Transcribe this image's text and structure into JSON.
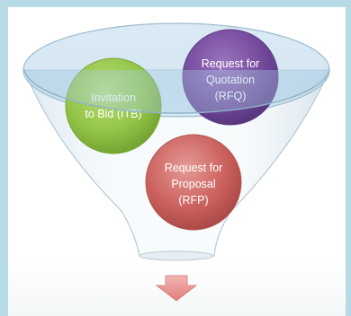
{
  "diagram": {
    "items": [
      {
        "lines": [
          "Invitation",
          "to Bid (ITB)"
        ],
        "color": "#86b83c"
      },
      {
        "lines": [
          "Request for",
          "Quotation",
          "(RFQ)"
        ],
        "color": "#6a3f8e"
      },
      {
        "lines": [
          "Request for",
          "Proposal",
          "(RFP)"
        ],
        "color": "#c0504d"
      }
    ],
    "funnel_color": "#a9cde4",
    "arrow_color": "#e8928e"
  }
}
